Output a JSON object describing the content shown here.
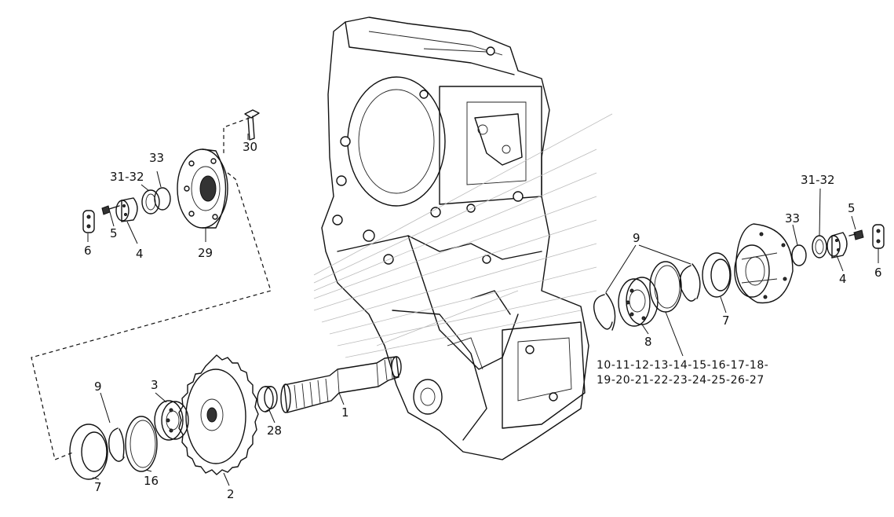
{
  "labels": {
    "l30": "30",
    "l33_left": "33",
    "l3132_left": "31-32",
    "l5_left": "5",
    "l4_left": "4",
    "l6_left": "6",
    "l29": "29",
    "l9_bottom": "9",
    "l3": "3",
    "l7_left": "7",
    "l16": "16",
    "l2": "2",
    "l28": "28",
    "l1": "1",
    "l9_right": "9",
    "l8": "8",
    "l7_right": "7",
    "l33_right": "33",
    "l3132_right": "31-32",
    "l5_right": "5",
    "l4_right": "4",
    "l6_right": "6",
    "range_row1": "10-11-12-13-14-15-16-17-18-",
    "range_row2": "19-20-21-22-23-24-25-26-27"
  }
}
